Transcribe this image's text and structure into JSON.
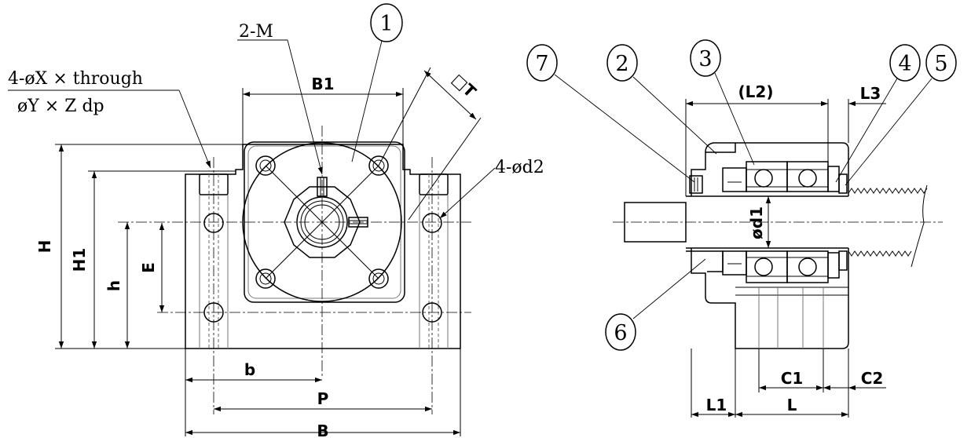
{
  "labels": {
    "through_hole": "4-øX × through",
    "counterbore": "øY × Z dp",
    "tapped": "2-M",
    "square_flange": "□T",
    "mount_holes": "4-ød2",
    "B1": "B1",
    "H": "H",
    "H1": "H1",
    "h": "h",
    "E": "E",
    "b": "b",
    "P": "P",
    "B": "B",
    "L2": "(L2)",
    "L3": "L3",
    "d1": "ød1",
    "C1": "C1",
    "C2": "C2",
    "L1": "L1",
    "L": "L"
  },
  "callouts": [
    "1",
    "2",
    "3",
    "4",
    "5",
    "6",
    "7"
  ]
}
